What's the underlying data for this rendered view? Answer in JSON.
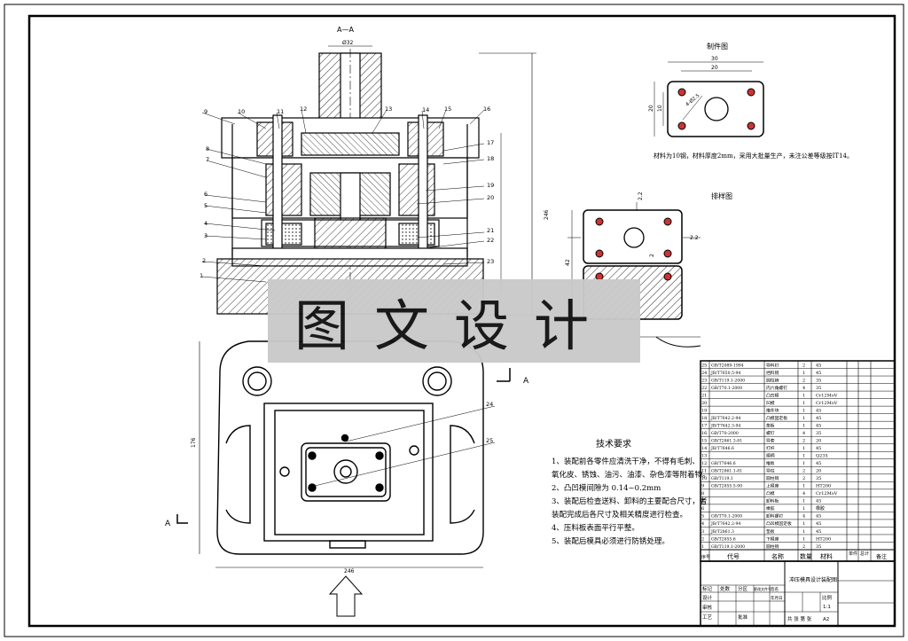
{
  "view_labels": {
    "section_top": "A—A",
    "section_arrow_left": "A",
    "section_arrow_right": "A",
    "part_view_title": "制件图",
    "layout_title": "排样图"
  },
  "part_numbers": [
    "1",
    "2",
    "3",
    "4",
    "5",
    "6",
    "7",
    "8",
    "9",
    "10",
    "11",
    "12",
    "13",
    "14",
    "15",
    "16",
    "17",
    "18",
    "19",
    "20",
    "21",
    "22",
    "23",
    "24",
    "25"
  ],
  "dimensions": {
    "part_width_outer": "30",
    "part_width_inner": "20",
    "part_height_outer": "20",
    "part_height_inner": "10",
    "hole_note": "4-Ø2.5",
    "layout_gap_top": "2.2",
    "layout_gap_right": "2.2",
    "layout_gap_mid": "2",
    "layout_height": "42",
    "overall_height": "246",
    "plan_width": "246",
    "plan_depth": "176",
    "top_dim": "Ø32"
  },
  "material_note": "材料为10钢，材料厚度2mm，采用大批量生产，未注公差等级按IT14。",
  "tech_requirements": {
    "title": "技术要求",
    "items": [
      "1、装配前各零件应清洗干净，不得有毛刺、",
      "氧化皮、锈蚀、油污、油漆、杂色漆等附着物。",
      "2、凸凹模间隙为 0.14~0.2mm",
      "3、装配后检查送料、卸料的主要配合尺寸，者",
      "装配完成后各尺寸及相关精度进行检查。",
      "4、压料板表面平行平整。",
      "5、装配后模具必须进行防锈处理。"
    ]
  },
  "bom": {
    "headers": [
      "序号",
      "代号",
      "名称",
      "数量",
      "材料",
      "单件",
      "总计",
      "备注"
    ],
    "rows": [
      {
        "no": "25",
        "code": "GB/T2089-1994",
        "name": "导料钉",
        "qty": "2",
        "mat": "45"
      },
      {
        "no": "24",
        "code": "JB/T7650.5-94",
        "name": "挡料销",
        "qty": "1",
        "mat": "45"
      },
      {
        "no": "23",
        "code": "GB/T119.1-2000",
        "name": "圆柱销",
        "qty": "2",
        "mat": "35"
      },
      {
        "no": "22",
        "code": "GB/T70.1-2000",
        "name": "内六角螺钉",
        "qty": "4",
        "mat": "35"
      },
      {
        "no": "21",
        "code": "",
        "name": "凸凹模",
        "qty": "1",
        "mat": "Cr12MoV"
      },
      {
        "no": "20",
        "code": "",
        "name": "凹模",
        "qty": "1",
        "mat": "Cr12MoV"
      },
      {
        "no": "19",
        "code": "",
        "name": "推件块",
        "qty": "1",
        "mat": "45"
      },
      {
        "no": "18",
        "code": "JB/T7642.2-94",
        "name": "凸模固定板",
        "qty": "1",
        "mat": "45"
      },
      {
        "no": "17",
        "code": "JB/T7642.3-94",
        "name": "垫板",
        "qty": "1",
        "mat": "45"
      },
      {
        "no": "16",
        "code": "GB/T70-2000",
        "name": "螺钉",
        "qty": "4",
        "mat": "35"
      },
      {
        "no": "15",
        "code": "GB/T2861.3-81",
        "name": "导套",
        "qty": "2",
        "mat": "20"
      },
      {
        "no": "14",
        "code": "JB/T7646.6",
        "name": "打杆",
        "qty": "1",
        "mat": "45"
      },
      {
        "no": "13",
        "code": "",
        "name": "模柄",
        "qty": "1",
        "mat": "Q235"
      },
      {
        "no": "12",
        "code": "GB/T7646.6",
        "name": "推板",
        "qty": "1",
        "mat": "45"
      },
      {
        "no": "11",
        "code": "GB/T2861.1-81",
        "name": "导柱",
        "qty": "2",
        "mat": "20"
      },
      {
        "no": "10",
        "code": "GB/T119.1",
        "name": "圆柱销",
        "qty": "2",
        "mat": "35"
      },
      {
        "no": "9",
        "code": "GB/T2855.5-90",
        "name": "上模座",
        "qty": "1",
        "mat": "HT200"
      },
      {
        "no": "8",
        "code": "",
        "name": "凸模",
        "qty": "4",
        "mat": "Cr12MoV"
      },
      {
        "no": "7",
        "code": "",
        "name": "卸料板",
        "qty": "1",
        "mat": "45"
      },
      {
        "no": "6",
        "code": "",
        "name": "橡胶",
        "qty": "1",
        "mat": "橡胶"
      },
      {
        "no": "5",
        "code": "GB/T70.1-2000",
        "name": "卸料螺钉",
        "qty": "4",
        "mat": "45"
      },
      {
        "no": "4",
        "code": "JB/T7642.2-94",
        "name": "凸凹模固定板",
        "qty": "1",
        "mat": "45"
      },
      {
        "no": "3",
        "code": "JB/T2861.3",
        "name": "垫板",
        "qty": "1",
        "mat": "45"
      },
      {
        "no": "2",
        "code": "GB/T2855.6",
        "name": "下模座",
        "qty": "1",
        "mat": "HT200"
      },
      {
        "no": "1",
        "code": "GB/T119.1-2000",
        "name": "圆柱销",
        "qty": "2",
        "mat": "35"
      }
    ]
  },
  "title_block": {
    "drawing_name": "冲压模具设计装配图",
    "scale_label": "比例",
    "scale_value": "1:1",
    "sheet_label": "共 张 第 张",
    "paper_size": "A2",
    "row_labels": [
      "标记",
      "处数",
      "分区",
      "更改文件号",
      "签名",
      "年月日"
    ],
    "role_labels": [
      "设计",
      "审核",
      "工艺",
      "批准"
    ]
  },
  "watermark": "图文设计"
}
